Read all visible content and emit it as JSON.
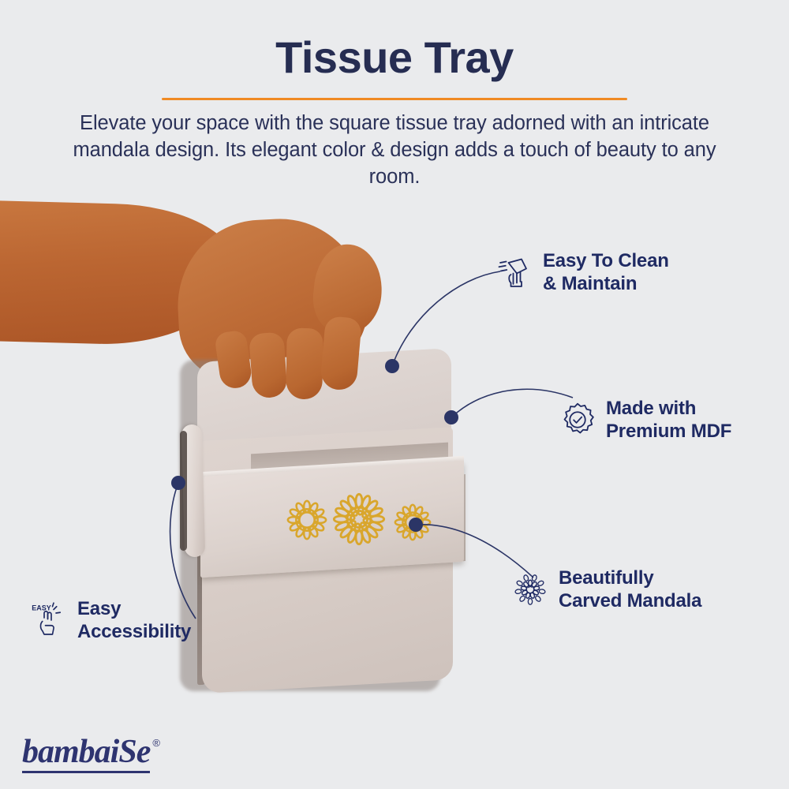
{
  "header": {
    "title": "Tissue Tray",
    "subtitle": "Elevate your space with the square tissue tray adorned with an intricate mandala design. Its elegant color & design adds a touch of beauty to any room.",
    "divider_color": "#f08a24",
    "title_color": "#262d52"
  },
  "theme": {
    "background": "#eaebed",
    "navy": "#1f2a63",
    "accent_orange": "#f08a24",
    "gold": "#e0ad2e",
    "product_beige": "#ddd2cc",
    "skin": "#bb6632"
  },
  "features": [
    {
      "id": "clean",
      "icon": "wiping-hand-cloth-icon",
      "label": "Easy To Clean\n& Maintain"
    },
    {
      "id": "mdf",
      "icon": "badge-check-icon",
      "label": "Made with\nPremium MDF"
    },
    {
      "id": "mandala",
      "icon": "mandala-flower-icon",
      "label": "Beautifully\nCarved Mandala"
    },
    {
      "id": "access",
      "icon": "easy-snapping-fingers-icon",
      "label": "Easy\nAccessibility"
    }
  ],
  "product": {
    "name": "square tissue tray",
    "mandala_motif_count": 3,
    "photo_alt": "hand holding a beige square tissue tray with three gold mandala motifs"
  },
  "brand": {
    "wordmark": "bambaiSe",
    "trademark": "®"
  }
}
